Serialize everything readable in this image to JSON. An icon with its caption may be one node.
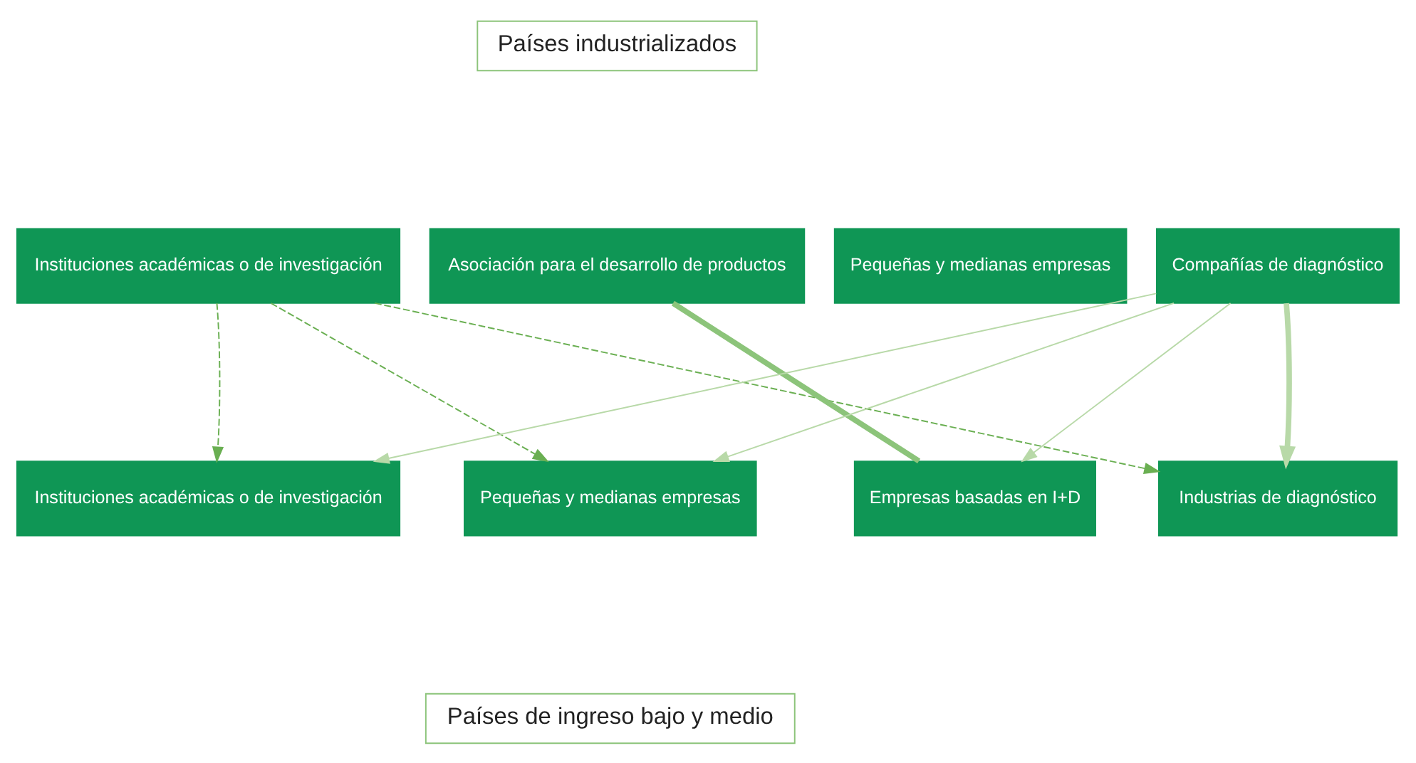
{
  "diagram": {
    "nodes": [
      {
        "text": [
          "Países industrializados"
        ]
      },
      {
        "text": [
          "Instituciones académicas o de investigación"
        ]
      },
      {
        "text": [
          "Asociación para el desarrollo de productos"
        ]
      },
      {
        "text": [
          "Pequeñas y medianas empresas"
        ]
      },
      {
        "text": [
          "Compañías de diagnóstico"
        ]
      },
      {
        "text": [
          "Instituciones académicas o de investigación"
        ]
      },
      {
        "text": [
          "Pequeñas y medianas empresas"
        ]
      },
      {
        "text": [
          "Empresas basadas en I+D"
        ]
      },
      {
        "text": [
          "Industrias de diagnóstico"
        ]
      },
      {
        "text": [
          "Países de ingreso bajo y medio"
        ]
      }
    ],
    "edges": [
      {
        "from": 1,
        "to": 5,
        "arrow": "to",
        "style": "dashed",
        "color": "#6aaf52"
      },
      {
        "from": 1,
        "to": 6,
        "arrow": "to",
        "style": "dashed",
        "color": "#6aaf52"
      },
      {
        "from": 1,
        "to": 8,
        "arrow": "to",
        "style": "dashed",
        "color": "#6aaf52"
      },
      {
        "from": 2,
        "to": 7,
        "arrow": "none",
        "style": "thick",
        "color": "#8cc47a"
      },
      {
        "from": 4,
        "to": 5,
        "arrow": "to"
      },
      {
        "from": 4,
        "to": 6,
        "arrow": "to"
      },
      {
        "from": 4,
        "to": 7,
        "arrow": "to"
      },
      {
        "from": 4,
        "to": 8,
        "arrow": "to",
        "style": "thick"
      }
    ]
  }
}
